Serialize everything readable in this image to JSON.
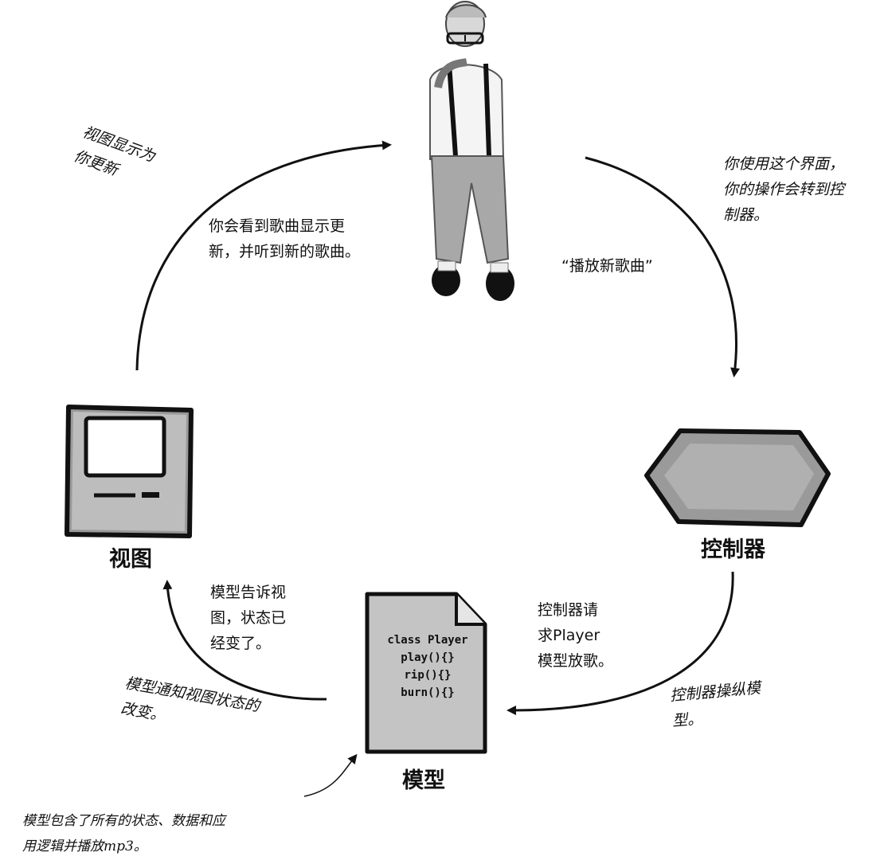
{
  "person": {
    "name": "user"
  },
  "nodes": {
    "view": {
      "label": "视图"
    },
    "controller": {
      "label": "控制器"
    },
    "model": {
      "label": "模型",
      "code": [
        "class Player",
        "play(){}",
        "rip(){}",
        "burn(){}"
      ]
    }
  },
  "annotations": {
    "view_updates": [
      "视图显示为",
      "你更新"
    ],
    "see_song": [
      "你会看到歌曲显示更",
      "新，并听到新的歌曲。"
    ],
    "use_interface": [
      "你使用这个界面，",
      "你的操作会转到控",
      "制器。"
    ],
    "play_new_song": "“播放新歌曲”",
    "controller_request": [
      "控制器请",
      "求Player",
      "模型放歌。"
    ],
    "controller_manipulates": [
      "控制器操纵模",
      "型。"
    ],
    "model_tells_view": [
      "模型告诉视",
      "图，状态已",
      "经变了。"
    ],
    "model_notifies": [
      "模型通知视图状态的",
      "改变。"
    ],
    "model_contains": [
      "模型包含了所有的状态、数据和应",
      "用逻辑并播放mp3。"
    ]
  }
}
